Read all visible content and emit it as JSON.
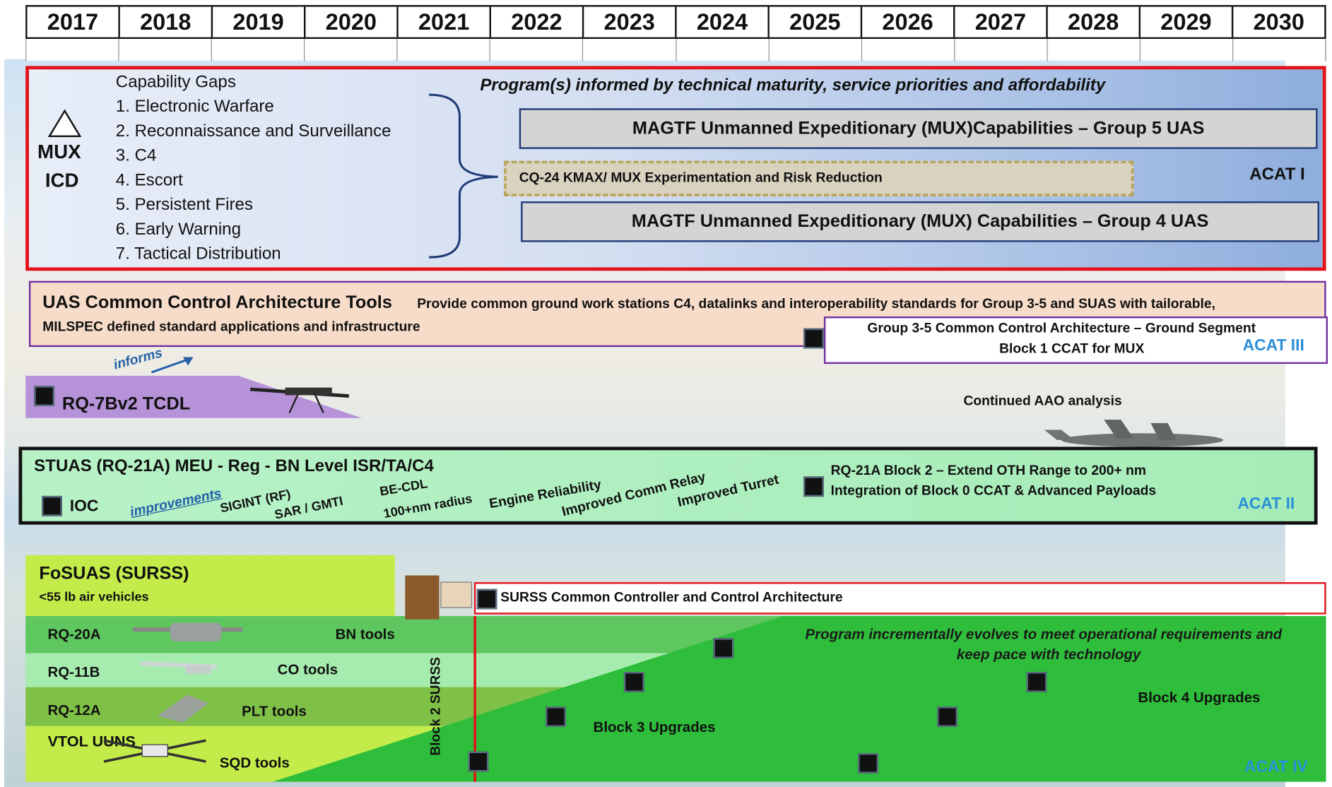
{
  "years": [
    "2017",
    "2018",
    "2019",
    "2020",
    "2021",
    "2022",
    "2023",
    "2024",
    "2025",
    "2026",
    "2027",
    "2028",
    "2029",
    "2030"
  ],
  "mux": {
    "label_line1": "MUX",
    "label_line2": "ICD",
    "gaps_title": "Capability Gaps",
    "gaps": [
      "1. Electronic Warfare",
      "2. Reconnaissance and Surveillance",
      "3. C4",
      "4. Escort",
      "5. Persistent Fires",
      "6. Early Warning",
      "7. Tactical Distribution"
    ],
    "program_note": "Program(s) informed by technical maturity, service priorities and affordability",
    "group5": "MAGTF Unmanned Expeditionary (MUX)Capabilities – Group 5 UAS",
    "cq24": "CQ-24 KMAX/ MUX Experimentation and Risk Reduction",
    "group4": "MAGTF Unmanned Expeditionary (MUX) Capabilities – Group 4 UAS",
    "acat": "ACAT I"
  },
  "ccat": {
    "title": "UAS Common Control Architecture Tools",
    "desc1": "Provide common ground work stations C4, datalinks and interoperability standards for Group 3-5 and SUAS with tailorable,",
    "desc2": "MILSPEC defined standard applications and infrastructure",
    "ground_line1": "Group 3-5 Common Control Architecture – Ground Segment",
    "ground_line2": "Block 1 CCAT for MUX",
    "acat": "ACAT III"
  },
  "rq7": {
    "informs": "informs",
    "label": "RQ-7Bv2 TCDL",
    "aao": "Continued AAO analysis"
  },
  "stuas": {
    "title": "STUAS (RQ-21A) MEU - Reg - BN Level ISR/TA/C4",
    "ioc": "IOC",
    "improvements": "improvements",
    "sigint": "SIGINT (RF)",
    "sar": "SAR / GMTI",
    "becdl": "BE-CDL",
    "radius": "100+nm radius",
    "engine": "Engine Reliability",
    "comm": "Improved Comm Relay",
    "turret": "Improved Turret",
    "block2_line1": "RQ-21A Block 2 – Extend OTH Range to 200+ nm",
    "block2_line2": "Integration of Block 0 CCAT & Advanced Payloads",
    "acat": "ACAT II"
  },
  "fosuas": {
    "title": "FoSUAS (SURSS)",
    "sub": "<55 lb air vehicles",
    "rq20a": "RQ-20A",
    "bn_tools": "BN tools",
    "rq11b": "RQ-11B",
    "co_tools": "CO tools",
    "rq12a": "RQ-12A",
    "plt_tools": "PLT tools",
    "vtol": "VTOL UUNS",
    "sqd_tools": "SQD tools",
    "block2_surss": "Block 2 SURSS",
    "surss_cc": "SURSS Common Controller and Control  Architecture",
    "evolves_line1": "Program incrementally evolves to meet operational requirements and",
    "evolves_line2": "keep pace with technology",
    "block3": "Block 3 Upgrades",
    "block4": "Block 4 Upgrades",
    "acat": "ACAT IV"
  },
  "colors": {
    "red_border": "#e3121b",
    "purple_border": "#7030a0",
    "acat_blue": "#2a8fd6",
    "green": "#2fbe3b",
    "yellow_green": "#c3ec4a"
  }
}
